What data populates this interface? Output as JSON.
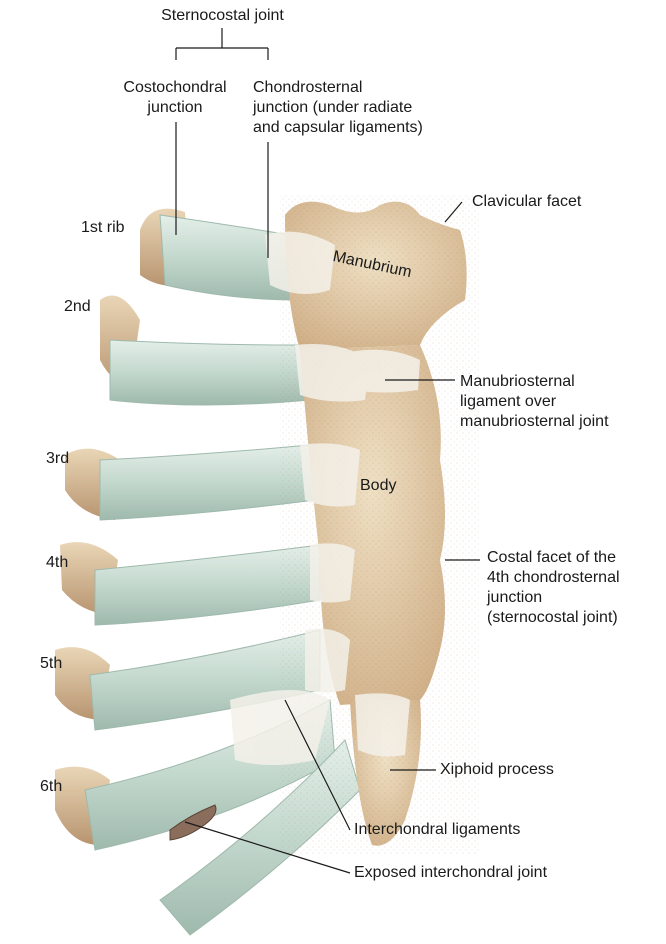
{
  "labels": {
    "sternocostal_joint": "Sternocostal joint",
    "costochondral_l1": "Costochondral",
    "costochondral_l2": "junction",
    "chondrosternal_l1": "Chondrosternal",
    "chondrosternal_l2": "junction (under radiate",
    "chondrosternal_l3": "and capsular ligaments)",
    "clavicular_facet": "Clavicular facet",
    "manubrium": "Manubrium",
    "manubriosternal_l1": "Manubriosternal",
    "manubriosternal_l2": "ligament over",
    "manubriosternal_l3": "manubriosternal joint",
    "body": "Body",
    "costal_facet_l1": "Costal facet of the",
    "costal_facet_l2": "4th chondrosternal",
    "costal_facet_l3": "junction",
    "costal_facet_l4": "(sternocostal joint)",
    "xiphoid": "Xiphoid process",
    "interchondral_ligaments": "Interchondral ligaments",
    "exposed_interchondral": "Exposed interchondral joint",
    "rib1": "1st rib",
    "rib2": "2nd",
    "rib3": "3rd",
    "rib4": "4th",
    "rib5": "5th",
    "rib6": "6th"
  },
  "colors": {
    "bone": "#e6d2b0",
    "bone_shade": "#c9a983",
    "cartilage": "#cfe0d8",
    "cartilage_shade": "#9fb9ad",
    "ligament": "#f4f1ea",
    "leader": "#1a1a1a"
  }
}
